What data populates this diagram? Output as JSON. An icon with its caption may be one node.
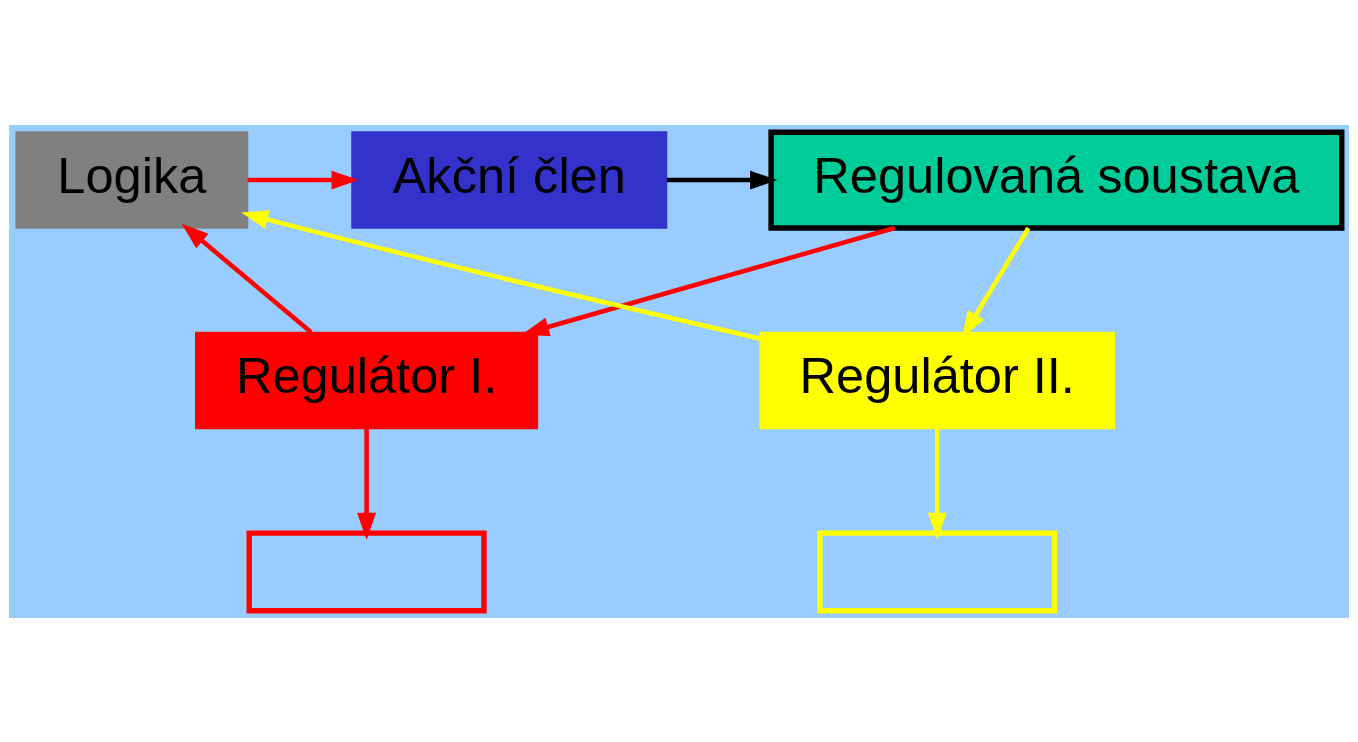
{
  "diagram": {
    "nodes": [
      {
        "text": [
          "Logika"
        ]
      },
      {
        "text": [
          "Akční člen"
        ]
      },
      {
        "text": [
          "Regulovaná soustava"
        ]
      },
      {
        "text": [
          "Regulátor I."
        ]
      },
      {
        "text": [
          "Regulátor II."
        ]
      },
      {
        "text": [],
        "shape": "box"
      },
      {
        "text": [],
        "shape": "box"
      }
    ],
    "edges": [
      {
        "from": 0,
        "to": 1,
        "arrow": "to",
        "color": "#ff0000"
      },
      {
        "from": 1,
        "to": 2,
        "arrow": "to",
        "color": "#000000"
      },
      {
        "from": 2,
        "to": 3,
        "arrow": "to",
        "color": "#ff0000"
      },
      {
        "from": 3,
        "to": 0,
        "arrow": "to",
        "color": "#ff0000"
      },
      {
        "from": 2,
        "to": 4,
        "arrow": "to",
        "color": "#ffff00"
      },
      {
        "from": 4,
        "to": 0,
        "arrow": "to",
        "color": "#ffff00"
      },
      {
        "from": 3,
        "to": 5,
        "arrow": "to",
        "color": "#ff0000"
      },
      {
        "from": 4,
        "to": 6,
        "arrow": "to",
        "color": "#ffff00"
      }
    ]
  }
}
